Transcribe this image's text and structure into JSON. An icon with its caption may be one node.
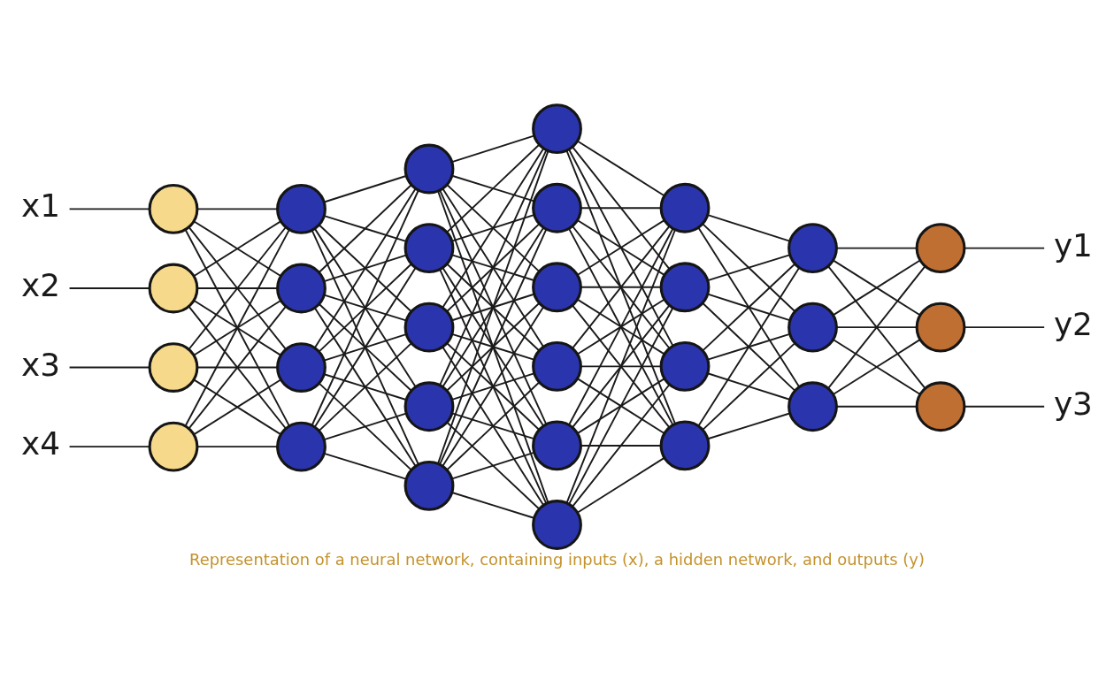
{
  "diagram": {
    "caption": "Representation of a neural network, containing inputs (x), a hidden network, and outputs (y)",
    "nodes": [
      {
        "text": [
          "x1"
        ]
      },
      {
        "text": [
          "x2"
        ]
      },
      {
        "text": [
          "x3"
        ]
      },
      {
        "text": [
          "x4"
        ]
      },
      {
        "text": [],
        "shape": "circle"
      },
      {
        "text": [],
        "shape": "circle"
      },
      {
        "text": [],
        "shape": "circle"
      },
      {
        "text": [],
        "shape": "circle"
      },
      {
        "text": [],
        "shape": "circle"
      },
      {
        "text": [],
        "shape": "circle"
      },
      {
        "text": [],
        "shape": "circle"
      },
      {
        "text": [],
        "shape": "circle"
      },
      {
        "text": [],
        "shape": "circle"
      },
      {
        "text": [],
        "shape": "circle"
      },
      {
        "text": [],
        "shape": "circle"
      },
      {
        "text": [],
        "shape": "circle"
      },
      {
        "text": [],
        "shape": "circle"
      },
      {
        "text": [],
        "shape": "circle"
      },
      {
        "text": [],
        "shape": "circle"
      },
      {
        "text": [],
        "shape": "circle"
      },
      {
        "text": [],
        "shape": "circle"
      },
      {
        "text": [],
        "shape": "circle"
      },
      {
        "text": [],
        "shape": "circle"
      },
      {
        "text": [],
        "shape": "circle"
      },
      {
        "text": [],
        "shape": "circle"
      },
      {
        "text": [],
        "shape": "circle"
      },
      {
        "text": [],
        "shape": "circle"
      },
      {
        "text": [],
        "shape": "circle"
      },
      {
        "text": [],
        "shape": "circle"
      },
      {
        "text": [],
        "shape": "circle"
      },
      {
        "text": [],
        "shape": "circle"
      },
      {
        "text": [],
        "shape": "circle"
      },
      {
        "text": [],
        "shape": "circle"
      },
      {
        "text": [
          "y1"
        ]
      },
      {
        "text": [
          "y2"
        ]
      },
      {
        "text": [
          "y3"
        ]
      }
    ],
    "edges": [
      {
        "from": 0,
        "to": 4,
        "arrow": "none"
      },
      {
        "from": 1,
        "to": 5,
        "arrow": "none"
      },
      {
        "from": 2,
        "to": 6,
        "arrow": "none"
      },
      {
        "from": 3,
        "to": 7,
        "arrow": "none"
      },
      {
        "from": 4,
        "to": 8,
        "arrow": "none"
      },
      {
        "from": 4,
        "to": 9,
        "arrow": "none"
      },
      {
        "from": 4,
        "to": 10,
        "arrow": "none"
      },
      {
        "from": 4,
        "to": 11,
        "arrow": "none"
      },
      {
        "from": 5,
        "to": 8,
        "arrow": "none"
      },
      {
        "from": 5,
        "to": 9,
        "arrow": "none"
      },
      {
        "from": 5,
        "to": 10,
        "arrow": "none"
      },
      {
        "from": 5,
        "to": 11,
        "arrow": "none"
      },
      {
        "from": 6,
        "to": 8,
        "arrow": "none"
      },
      {
        "from": 6,
        "to": 9,
        "arrow": "none"
      },
      {
        "from": 6,
        "to": 10,
        "arrow": "none"
      },
      {
        "from": 6,
        "to": 11,
        "arrow": "none"
      },
      {
        "from": 7,
        "to": 8,
        "arrow": "none"
      },
      {
        "from": 7,
        "to": 9,
        "arrow": "none"
      },
      {
        "from": 7,
        "to": 10,
        "arrow": "none"
      },
      {
        "from": 7,
        "to": 11,
        "arrow": "none"
      },
      {
        "from": 8,
        "to": 12,
        "arrow": "none"
      },
      {
        "from": 8,
        "to": 13,
        "arrow": "none"
      },
      {
        "from": 8,
        "to": 14,
        "arrow": "none"
      },
      {
        "from": 8,
        "to": 15,
        "arrow": "none"
      },
      {
        "from": 8,
        "to": 16,
        "arrow": "none"
      },
      {
        "from": 9,
        "to": 12,
        "arrow": "none"
      },
      {
        "from": 9,
        "to": 13,
        "arrow": "none"
      },
      {
        "from": 9,
        "to": 14,
        "arrow": "none"
      },
      {
        "from": 9,
        "to": 15,
        "arrow": "none"
      },
      {
        "from": 9,
        "to": 16,
        "arrow": "none"
      },
      {
        "from": 10,
        "to": 12,
        "arrow": "none"
      },
      {
        "from": 10,
        "to": 13,
        "arrow": "none"
      },
      {
        "from": 10,
        "to": 14,
        "arrow": "none"
      },
      {
        "from": 10,
        "to": 15,
        "arrow": "none"
      },
      {
        "from": 10,
        "to": 16,
        "arrow": "none"
      },
      {
        "from": 11,
        "to": 12,
        "arrow": "none"
      },
      {
        "from": 11,
        "to": 13,
        "arrow": "none"
      },
      {
        "from": 11,
        "to": 14,
        "arrow": "none"
      },
      {
        "from": 11,
        "to": 15,
        "arrow": "none"
      },
      {
        "from": 11,
        "to": 16,
        "arrow": "none"
      },
      {
        "from": 12,
        "to": 17,
        "arrow": "none"
      },
      {
        "from": 12,
        "to": 18,
        "arrow": "none"
      },
      {
        "from": 12,
        "to": 19,
        "arrow": "none"
      },
      {
        "from": 12,
        "to": 20,
        "arrow": "none"
      },
      {
        "from": 12,
        "to": 21,
        "arrow": "none"
      },
      {
        "from": 12,
        "to": 22,
        "arrow": "none"
      },
      {
        "from": 13,
        "to": 17,
        "arrow": "none"
      },
      {
        "from": 13,
        "to": 18,
        "arrow": "none"
      },
      {
        "from": 13,
        "to": 19,
        "arrow": "none"
      },
      {
        "from": 13,
        "to": 20,
        "arrow": "none"
      },
      {
        "from": 13,
        "to": 21,
        "arrow": "none"
      },
      {
        "from": 13,
        "to": 22,
        "arrow": "none"
      },
      {
        "from": 14,
        "to": 17,
        "arrow": "none"
      },
      {
        "from": 14,
        "to": 18,
        "arrow": "none"
      },
      {
        "from": 14,
        "to": 19,
        "arrow": "none"
      },
      {
        "from": 14,
        "to": 20,
        "arrow": "none"
      },
      {
        "from": 14,
        "to": 21,
        "arrow": "none"
      },
      {
        "from": 14,
        "to": 22,
        "arrow": "none"
      },
      {
        "from": 15,
        "to": 17,
        "arrow": "none"
      },
      {
        "from": 15,
        "to": 18,
        "arrow": "none"
      },
      {
        "from": 15,
        "to": 19,
        "arrow": "none"
      },
      {
        "from": 15,
        "to": 20,
        "arrow": "none"
      },
      {
        "from": 15,
        "to": 21,
        "arrow": "none"
      },
      {
        "from": 15,
        "to": 22,
        "arrow": "none"
      },
      {
        "from": 16,
        "to": 17,
        "arrow": "none"
      },
      {
        "from": 16,
        "to": 18,
        "arrow": "none"
      },
      {
        "from": 16,
        "to": 19,
        "arrow": "none"
      },
      {
        "from": 16,
        "to": 20,
        "arrow": "none"
      },
      {
        "from": 16,
        "to": 21,
        "arrow": "none"
      },
      {
        "from": 16,
        "to": 22,
        "arrow": "none"
      },
      {
        "from": 17,
        "to": 23,
        "arrow": "none"
      },
      {
        "from": 17,
        "to": 24,
        "arrow": "none"
      },
      {
        "from": 17,
        "to": 25,
        "arrow": "none"
      },
      {
        "from": 17,
        "to": 26,
        "arrow": "none"
      },
      {
        "from": 18,
        "to": 23,
        "arrow": "none"
      },
      {
        "from": 18,
        "to": 24,
        "arrow": "none"
      },
      {
        "from": 18,
        "to": 25,
        "arrow": "none"
      },
      {
        "from": 18,
        "to": 26,
        "arrow": "none"
      },
      {
        "from": 19,
        "to": 23,
        "arrow": "none"
      },
      {
        "from": 19,
        "to": 24,
        "arrow": "none"
      },
      {
        "from": 19,
        "to": 25,
        "arrow": "none"
      },
      {
        "from": 19,
        "to": 26,
        "arrow": "none"
      },
      {
        "from": 20,
        "to": 23,
        "arrow": "none"
      },
      {
        "from": 20,
        "to": 24,
        "arrow": "none"
      },
      {
        "from": 20,
        "to": 25,
        "arrow": "none"
      },
      {
        "from": 20,
        "to": 26,
        "arrow": "none"
      },
      {
        "from": 21,
        "to": 23,
        "arrow": "none"
      },
      {
        "from": 21,
        "to": 24,
        "arrow": "none"
      },
      {
        "from": 21,
        "to": 25,
        "arrow": "none"
      },
      {
        "from": 21,
        "to": 26,
        "arrow": "none"
      },
      {
        "from": 22,
        "to": 23,
        "arrow": "none"
      },
      {
        "from": 22,
        "to": 24,
        "arrow": "none"
      },
      {
        "from": 22,
        "to": 25,
        "arrow": "none"
      },
      {
        "from": 22,
        "to": 26,
        "arrow": "none"
      },
      {
        "from": 23,
        "to": 27,
        "arrow": "none"
      },
      {
        "from": 23,
        "to": 28,
        "arrow": "none"
      },
      {
        "from": 23,
        "to": 29,
        "arrow": "none"
      },
      {
        "from": 24,
        "to": 27,
        "arrow": "none"
      },
      {
        "from": 24,
        "to": 28,
        "arrow": "none"
      },
      {
        "from": 24,
        "to": 29,
        "arrow": "none"
      },
      {
        "from": 25,
        "to": 27,
        "arrow": "none"
      },
      {
        "from": 25,
        "to": 28,
        "arrow": "none"
      },
      {
        "from": 25,
        "to": 29,
        "arrow": "none"
      },
      {
        "from": 26,
        "to": 27,
        "arrow": "none"
      },
      {
        "from": 26,
        "to": 28,
        "arrow": "none"
      },
      {
        "from": 26,
        "to": 29,
        "arrow": "none"
      },
      {
        "from": 27,
        "to": 30,
        "arrow": "none"
      },
      {
        "from": 27,
        "to": 31,
        "arrow": "none"
      },
      {
        "from": 27,
        "to": 32,
        "arrow": "none"
      },
      {
        "from": 28,
        "to": 30,
        "arrow": "none"
      },
      {
        "from": 28,
        "to": 31,
        "arrow": "none"
      },
      {
        "from": 28,
        "to": 32,
        "arrow": "none"
      },
      {
        "from": 29,
        "to": 30,
        "arrow": "none"
      },
      {
        "from": 29,
        "to": 31,
        "arrow": "none"
      },
      {
        "from": 29,
        "to": 32,
        "arrow": "none"
      },
      {
        "from": 30,
        "to": 33,
        "arrow": "none"
      },
      {
        "from": 31,
        "to": 34,
        "arrow": "none"
      },
      {
        "from": 32,
        "to": 35,
        "arrow": "none"
      }
    ]
  }
}
